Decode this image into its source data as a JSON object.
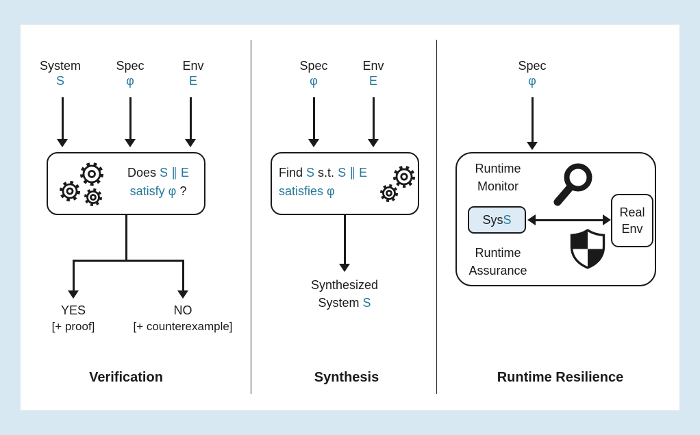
{
  "colors": {
    "background": "#d8e8f2",
    "card": "#ffffff",
    "ink": "#1a1a1a",
    "accent": "#27799c",
    "sys_fill": "#dcebf5"
  },
  "verification": {
    "title": "Verification",
    "inputs": [
      {
        "label": "System",
        "symbol": "S"
      },
      {
        "label": "Spec",
        "symbol": "φ"
      },
      {
        "label": "Env",
        "symbol": "E"
      }
    ],
    "box": {
      "line1_ink": "Does ",
      "line1_accent": "S ∥ E",
      "line2_accent": "satisfy φ",
      "line2_ink": " ?"
    },
    "yes_label": "YES",
    "yes_sub": "[+ proof]",
    "no_label": "NO",
    "no_sub": "[+ counterexample]"
  },
  "synthesis": {
    "title": "Synthesis",
    "inputs": [
      {
        "label": "Spec",
        "symbol": "φ"
      },
      {
        "label": "Env",
        "symbol": "E"
      }
    ],
    "box": {
      "line1_a": "Find ",
      "line1_b": "S",
      "line1_c": " s.t. ",
      "line1_d": "S ∥ E",
      "line2": "satisfies φ"
    },
    "output_line1": "Synthesized",
    "output_line2_a": "System ",
    "output_line2_b": "S"
  },
  "runtime": {
    "title": "Runtime Resilience",
    "inputs": [
      {
        "label": "Spec",
        "symbol": "φ"
      }
    ],
    "monitor_line1": "Runtime",
    "monitor_line2": "Monitor",
    "assurance_line1": "Runtime",
    "assurance_line2": "Assurance",
    "sys_label_a": "Sys ",
    "sys_label_b": "S",
    "real_env_line1": "Real",
    "real_env_line2": "Env"
  }
}
